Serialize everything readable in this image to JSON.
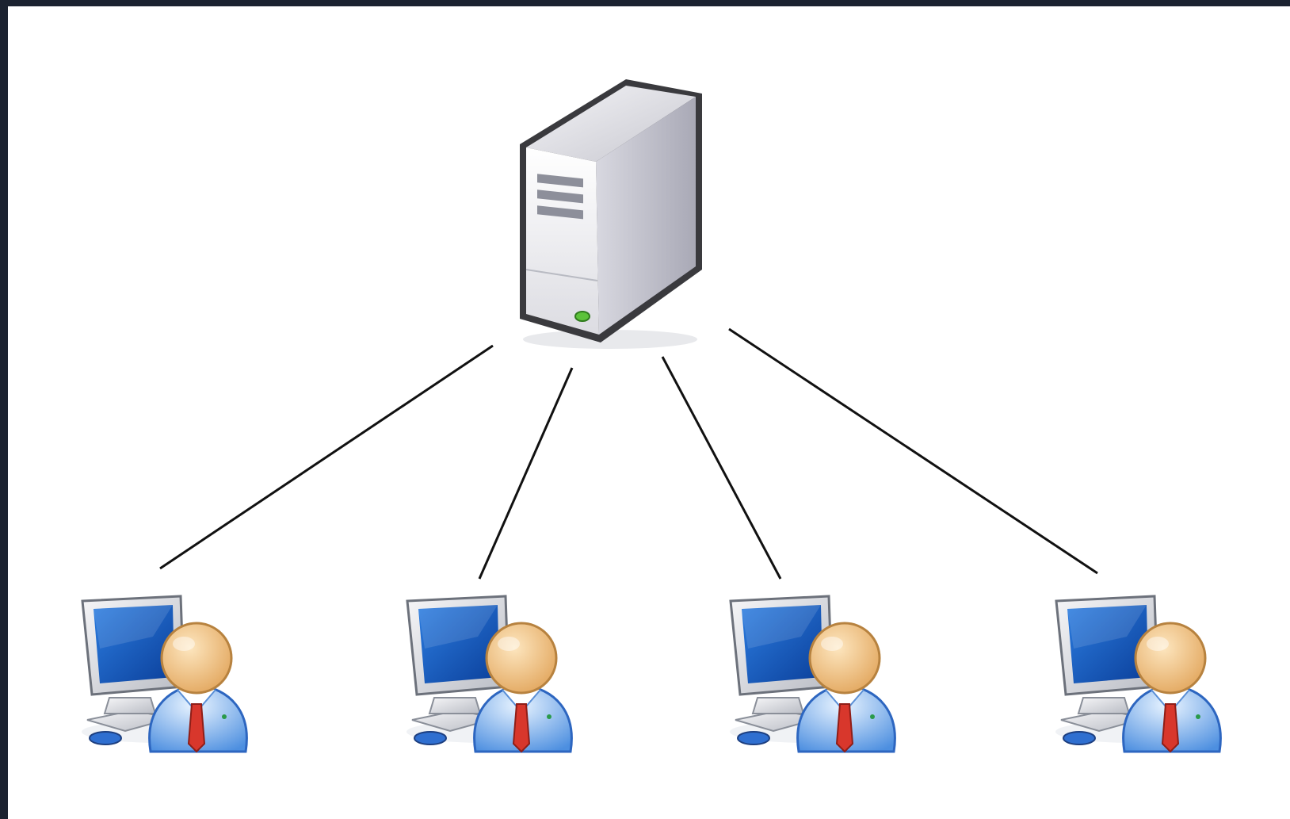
{
  "diagram": {
    "type": "client-server network",
    "colors": {
      "background": "#ffffff",
      "outer_frame": "#1b2230",
      "connector": "#111111",
      "server_body": "#e6e6ec",
      "server_outline": "#3a3a3e",
      "server_led": "#5cc23a",
      "monitor_screen": "#1b5fc8",
      "user_head": "#f2c98c",
      "user_shirt": "#7fb6ee",
      "user_tie": "#d23a2e"
    },
    "nodes": {
      "server": {
        "icon": "server-tower-icon"
      },
      "clients": [
        {
          "icon": "workstation-user-icon"
        },
        {
          "icon": "workstation-user-icon"
        },
        {
          "icon": "workstation-user-icon"
        },
        {
          "icon": "workstation-user-icon"
        }
      ]
    },
    "edges": [
      {
        "from": "server",
        "to": "client-1"
      },
      {
        "from": "server",
        "to": "client-2"
      },
      {
        "from": "server",
        "to": "client-3"
      },
      {
        "from": "server",
        "to": "client-4"
      }
    ]
  }
}
